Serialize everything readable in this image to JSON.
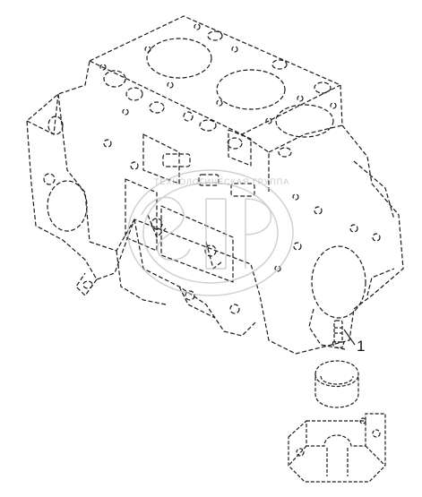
{
  "diagram": {
    "callouts": [
      {
        "id": "bearing-screw",
        "label": "1"
      }
    ],
    "watermark": {
      "text": "ТЕХНОЛОГИЧЕСКАЯ ГРУППА",
      "logo": "ЗИП"
    },
    "colors": {
      "line": "#1a1a1a",
      "background": "#ffffff",
      "watermark": "#bdbdbd"
    }
  }
}
